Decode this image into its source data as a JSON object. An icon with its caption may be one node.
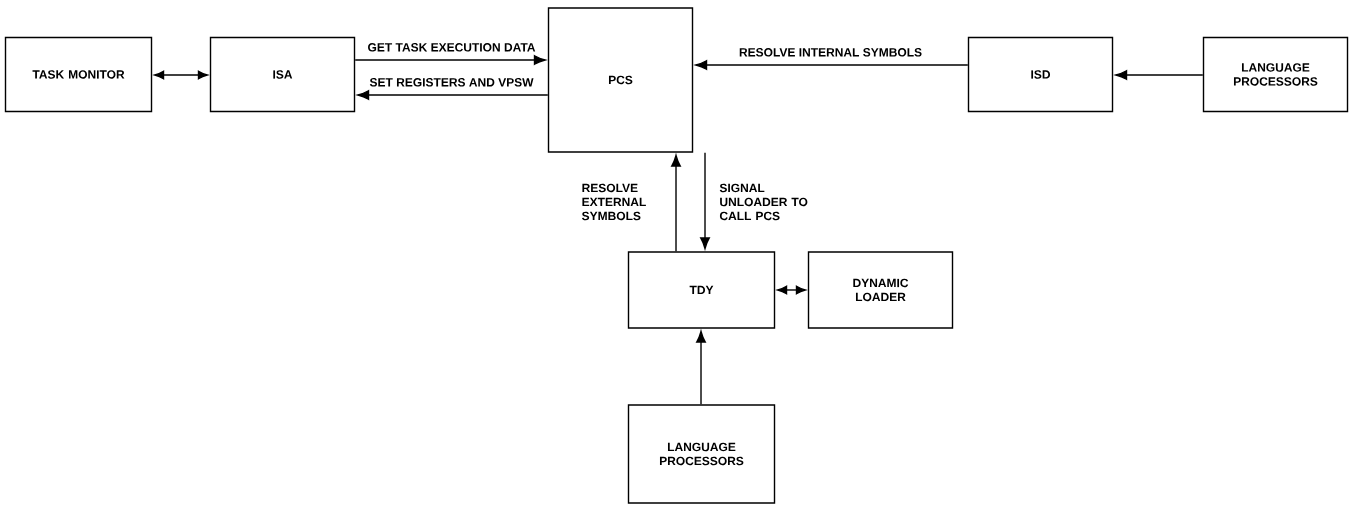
{
  "diagram": {
    "nodes": [
      {
        "text": [
          "TASK MONITOR"
        ]
      },
      {
        "text": [
          "ISA"
        ]
      },
      {
        "text": [
          "PCS"
        ]
      },
      {
        "text": [
          "ISD"
        ]
      },
      {
        "text": [
          "LANGUAGE PROCESSORS"
        ]
      },
      {
        "text": [
          "TDY"
        ]
      },
      {
        "text": [
          "DYNAMIC LOADER"
        ]
      },
      {
        "text": [
          "LANGUAGE PROCESSORS"
        ]
      }
    ],
    "edges": [
      {
        "from": 0,
        "to": 1,
        "arrow": "both"
      },
      {
        "from": 1,
        "to": 2,
        "arrow": "to",
        "label": "GET TASK EXECUTION DATA"
      },
      {
        "from": 2,
        "to": 1,
        "arrow": "to",
        "label": "SET REGISTERS AND VPSW"
      },
      {
        "from": 3,
        "to": 2,
        "arrow": "to",
        "label": "RESOLVE INTERNAL SYMBOLS"
      },
      {
        "from": 4,
        "to": 3,
        "arrow": "to"
      },
      {
        "from": 5,
        "to": 2,
        "arrow": "to",
        "label": "RESOLVE EXTERNAL SYMBOLS"
      },
      {
        "from": 2,
        "to": 5,
        "arrow": "to",
        "label": "SIGNAL UNLOADER TO CALL PCS"
      },
      {
        "from": 5,
        "to": 6,
        "arrow": "both"
      },
      {
        "from": 7,
        "to": 5,
        "arrow": "to"
      }
    ]
  }
}
